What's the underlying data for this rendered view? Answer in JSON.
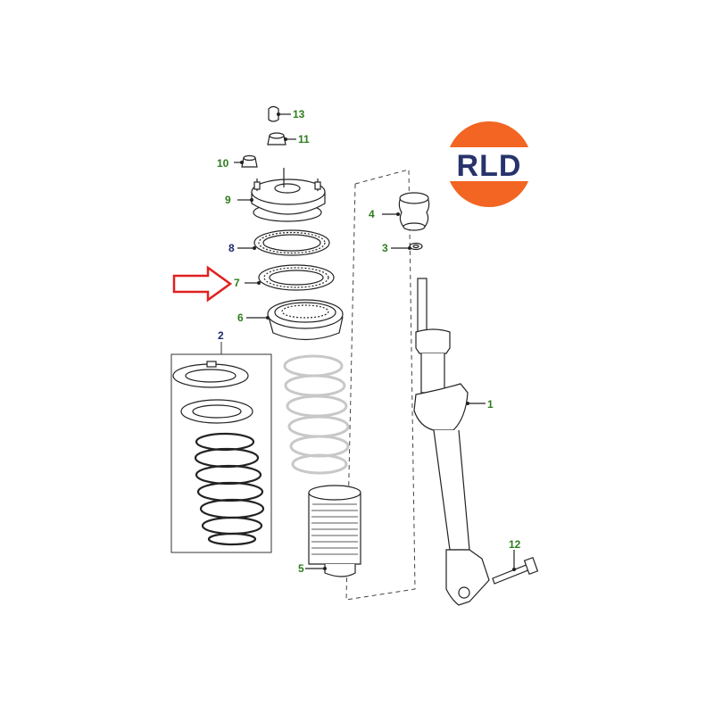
{
  "colors": {
    "label_green": "#2e7d1e",
    "label_navy": "#1f2a6e",
    "arrow_red": "#e02020",
    "line": "#222222",
    "logo_orange": "#f26522",
    "logo_navy": "#27336b"
  },
  "logo": {
    "text": "RLD"
  },
  "callouts": [
    {
      "id": "1",
      "text": "1"
    },
    {
      "id": "2",
      "text": "2"
    },
    {
      "id": "3",
      "text": "3"
    },
    {
      "id": "4",
      "text": "4"
    },
    {
      "id": "5",
      "text": "5"
    },
    {
      "id": "6",
      "text": "6"
    },
    {
      "id": "7",
      "text": "7"
    },
    {
      "id": "8",
      "text": "8"
    },
    {
      "id": "9",
      "text": "9"
    },
    {
      "id": "10",
      "text": "10"
    },
    {
      "id": "11",
      "text": "11"
    },
    {
      "id": "12",
      "text": "12"
    },
    {
      "id": "13",
      "text": "13"
    }
  ],
  "highlight_arrow": {
    "icon": "red-outline-arrow-icon",
    "target": "7"
  }
}
